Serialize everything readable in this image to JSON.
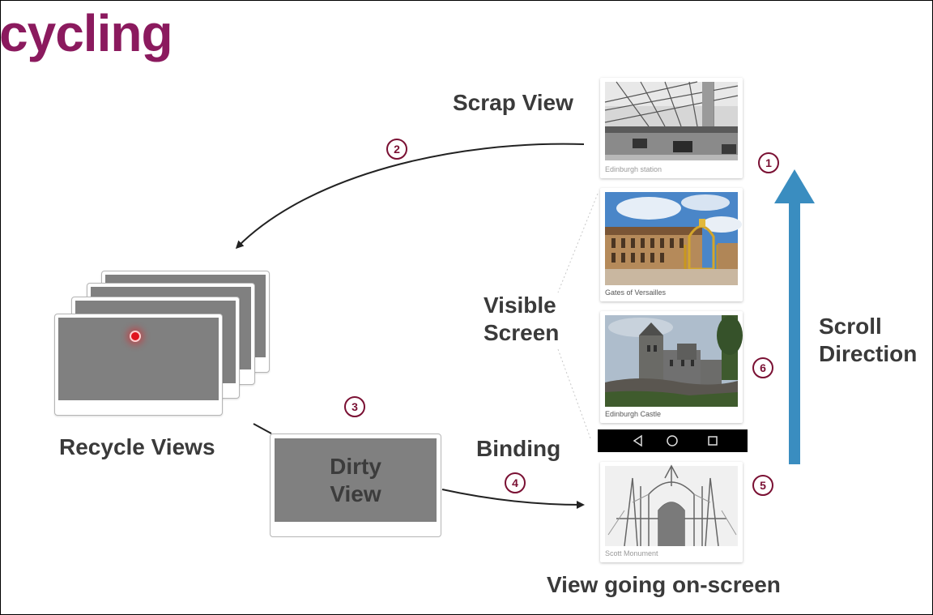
{
  "title": "cycling",
  "labels": {
    "scrap_view": "Scrap View",
    "visible_screen": "Visible\nScreen",
    "scroll_direction": "Scroll\nDirection",
    "recycle_views": "Recycle Views",
    "binding": "Binding",
    "dirty_view": "Dirty\nView",
    "view_going_on_screen": "View going on-screen"
  },
  "steps": [
    "1",
    "2",
    "3",
    "4",
    "5",
    "6"
  ],
  "cards": [
    {
      "caption": "Edinburgh station",
      "style": "grayscale"
    },
    {
      "caption": "Gates of Versailles",
      "style": "color"
    },
    {
      "caption": "Edinburgh Castle",
      "style": "color"
    },
    {
      "caption": "Scott Monument",
      "style": "grayscale"
    }
  ],
  "navbar_buttons": [
    "back-icon",
    "home-icon",
    "recents-icon"
  ],
  "colors": {
    "title": "#8b1a5e",
    "step_circle": "#7a1033",
    "scroll_arrow": "#3a8dc0",
    "card_fill": "#808080"
  }
}
